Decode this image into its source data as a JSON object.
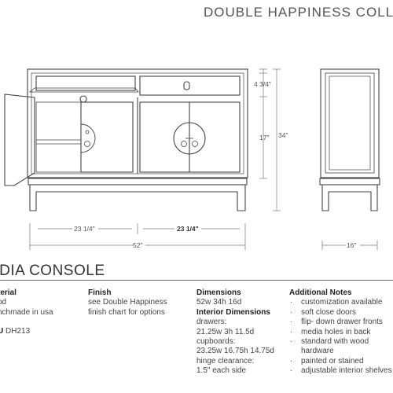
{
  "header": {
    "collection": "DOUBLE HAPPINESS COLL"
  },
  "dimensions_drawing": {
    "drawer_height": "4 3/4\"",
    "cupboard_height": "17\"",
    "overall_height": "34\"",
    "left_section_width": "23 1/4\"",
    "right_section_width": "23 1/4\"",
    "overall_width": "52\"",
    "side_depth": "16\""
  },
  "product": {
    "title": "EDIA CONSOLE"
  },
  "material": {
    "heading": "terial",
    "value": "od",
    "origin": "nchmade in usa",
    "sku_label": "U",
    "sku_value": "DH213"
  },
  "finish": {
    "heading": "Finish",
    "lines": [
      "see Double Happiness",
      "finish chart for options"
    ]
  },
  "dimensions": {
    "heading": "Dimensions",
    "overall": "52w 34h 16d",
    "interior_heading": "Interior Dimensions",
    "lines": [
      "drawers:",
      "21.25w 3h 11.5d",
      "cupboards:",
      "23.25w 16.75h 14.75d",
      "hinge clearance:",
      "1.5\" each side"
    ]
  },
  "additional_notes": {
    "heading": "Additional Notes",
    "items": [
      "customization available",
      "soft close doors",
      "flip- down drawer fronts",
      "media holes in back",
      "standard with wood hardware",
      "painted or stained",
      "adjustable  interior shelves"
    ]
  },
  "colors": {
    "line": "#444444",
    "text": "#333333",
    "dimension_line": "#777777"
  }
}
